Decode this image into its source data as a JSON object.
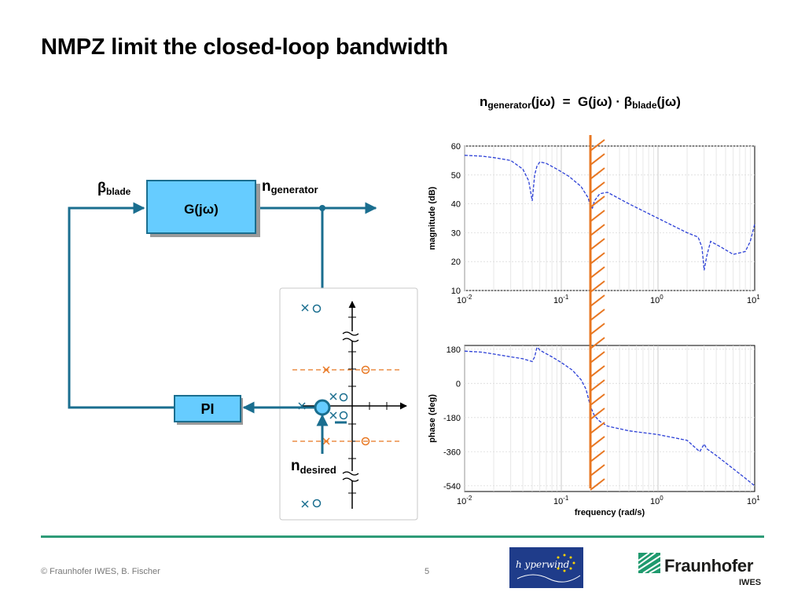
{
  "slide": {
    "title": "NMPZ limit the closed-loop bandwidth",
    "page_number": "5",
    "copyright": "© Fraunhofer IWES, B. Fischer"
  },
  "equation": {
    "lhs_main": "n",
    "lhs_sub": "generator",
    "lhs_arg": "(jω)",
    "equals": "=",
    "rhs_g": "G(jω)",
    "dot": "·",
    "rhs_beta": "β",
    "rhs_sub": "blade",
    "rhs_arg": "(jω)"
  },
  "block_diagram": {
    "input_label_main": "β",
    "input_label_sub": "blade",
    "plant_label": "G(jω)",
    "output_label_main": "n",
    "output_label_sub": "generator",
    "controller_label": "PI",
    "desired_label_main": "n",
    "desired_label_sub": "desired"
  },
  "chart_data": [
    {
      "type": "line",
      "ylabel": "magnitude (dB)",
      "xlabel": "",
      "x_scale": "log",
      "xlim": [
        0.01,
        10
      ],
      "ylim": [
        10,
        60
      ],
      "x_ticks": [
        "10-2",
        "10-1",
        "100",
        "101"
      ],
      "y_ticks": [
        "60",
        "50",
        "40",
        "30",
        "20",
        "10"
      ],
      "y_tick_values": [
        60,
        50,
        40,
        30,
        20,
        10
      ],
      "grid": true,
      "line_color": "#2b3fd6",
      "series": [
        {
          "x": [
            0.01,
            0.015,
            0.02,
            0.03,
            0.04,
            0.046,
            0.05,
            0.053,
            0.056,
            0.06,
            0.07,
            0.09,
            0.12,
            0.16,
            0.19,
            0.2,
            0.21,
            0.22,
            0.25,
            0.3,
            0.5,
            1,
            2,
            2.6,
            2.85,
            3.0,
            3.2,
            3.5,
            4.5,
            6,
            8,
            9,
            10
          ],
          "y": [
            56.8,
            56.5,
            56,
            55,
            52,
            48,
            41,
            50,
            53,
            54.5,
            54,
            52,
            49.5,
            46,
            42,
            39,
            38.5,
            41,
            43.5,
            44,
            40,
            35,
            30,
            28.5,
            25,
            17,
            22,
            27,
            25,
            22.5,
            23.5,
            27,
            33
          ]
        }
      ]
    },
    {
      "type": "line",
      "ylabel": "phase (deg)",
      "xlabel": "frequency (rad/s)",
      "x_scale": "log",
      "xlim": [
        0.01,
        10
      ],
      "ylim": [
        -570,
        200
      ],
      "x_ticks": [
        "10-2",
        "10-1",
        "100",
        "101"
      ],
      "y_ticks": [
        "180",
        "0",
        "-180",
        "-360",
        "-540"
      ],
      "y_tick_values": [
        180,
        0,
        -180,
        -360,
        -540
      ],
      "grid": true,
      "line_color": "#2b3fd6",
      "series": [
        {
          "x": [
            0.01,
            0.015,
            0.02,
            0.03,
            0.04,
            0.05,
            0.053,
            0.056,
            0.058,
            0.06,
            0.08,
            0.1,
            0.13,
            0.16,
            0.18,
            0.2,
            0.22,
            0.25,
            0.3,
            0.5,
            1,
            2,
            2.7,
            3.0,
            3.2,
            4,
            6,
            8,
            10
          ],
          "y": [
            170,
            165,
            155,
            140,
            130,
            115,
            140,
            190,
            185,
            175,
            140,
            110,
            70,
            20,
            -30,
            -120,
            -170,
            -200,
            -225,
            -250,
            -270,
            -300,
            -360,
            -320,
            -345,
            -380,
            -450,
            -500,
            -540
          ]
        }
      ]
    }
  ],
  "bandwidth_limit": {
    "frequency": 0.2,
    "color": "#e87722"
  },
  "colors": {
    "diagram_blue": "#1a6e8f",
    "block_fill": "#66ccff",
    "orange": "#e87722",
    "footer_green": "#2e9b77"
  }
}
